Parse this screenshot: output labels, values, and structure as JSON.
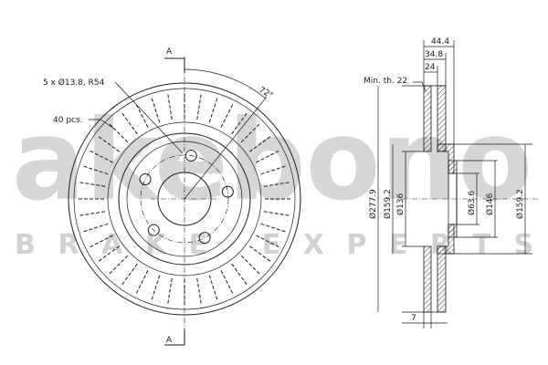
{
  "labels": {
    "bolt_holes": "5 x Ø13.8, R54",
    "vents": "40 pcs.",
    "section_top": "A",
    "section_bottom": "A",
    "angle": "72°",
    "min_thickness": "Min. th. 22",
    "dim_44_4": "44.4",
    "dim_34_8": "34.8",
    "dim_24": "24",
    "dim_7": "7",
    "dia_277_9": "Ø277.9",
    "dia_159_2_left": "Ø159.2",
    "dia_136": "Ø136",
    "dia_63_6": "Ø63.6",
    "dia_146": "Ø146",
    "dia_159_2_right": "Ø159.2"
  },
  "watermark": {
    "brand": "akebono",
    "tagline": "BRAKE EXPERTS"
  },
  "colors": {
    "line": "#1a1a1a",
    "watermark": "#c9c9c9",
    "background": "#ffffff"
  }
}
